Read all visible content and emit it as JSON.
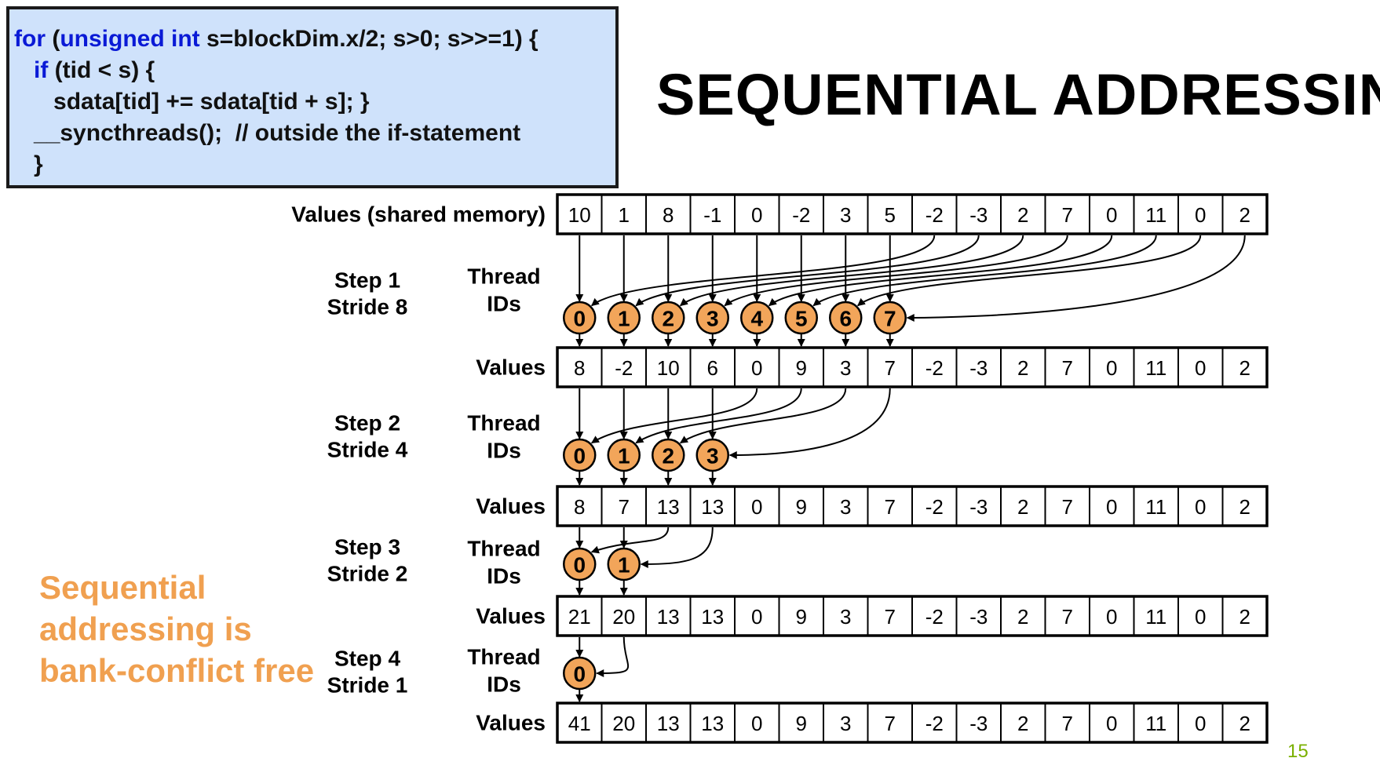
{
  "code": {
    "lines": [
      [
        {
          "t": "for",
          "kw": true
        },
        {
          "t": " (",
          "kw": false
        },
        {
          "t": "unsigned int",
          "kw": true
        },
        {
          "t": " s=blockDim.x/2; s>0; s>>=1) {",
          "kw": false
        }
      ],
      [
        {
          "t": "   ",
          "kw": false
        },
        {
          "t": "if",
          "kw": true
        },
        {
          "t": " (tid < s) {",
          "kw": false
        }
      ],
      [
        {
          "t": "      sdata[tid] += sdata[tid + s]; }",
          "kw": false
        }
      ],
      [
        {
          "t": "   __syncthreads();  // outside the if-statement",
          "kw": false
        }
      ],
      [
        {
          "t": "   }",
          "kw": false
        }
      ]
    ]
  },
  "title": "SEQUENTIAL ADDRESSING",
  "labels": {
    "values_shared": "Values (shared memory)",
    "values": "Values",
    "thread": "Thread",
    "ids": "IDs"
  },
  "initial_values": [
    10,
    1,
    8,
    -1,
    0,
    -2,
    3,
    5,
    -2,
    -3,
    2,
    7,
    0,
    11,
    0,
    2
  ],
  "steps": [
    {
      "step": "Step 1",
      "stride_label": "Stride 8",
      "stride": 8,
      "thread_ids": [
        0,
        1,
        2,
        3,
        4,
        5,
        6,
        7
      ],
      "values": [
        8,
        -2,
        10,
        6,
        0,
        9,
        3,
        7,
        -2,
        -3,
        2,
        7,
        0,
        11,
        0,
        2
      ]
    },
    {
      "step": "Step 2",
      "stride_label": "Stride 4",
      "stride": 4,
      "thread_ids": [
        0,
        1,
        2,
        3
      ],
      "values": [
        8,
        7,
        13,
        13,
        0,
        9,
        3,
        7,
        -2,
        -3,
        2,
        7,
        0,
        11,
        0,
        2
      ]
    },
    {
      "step": "Step 3",
      "stride_label": "Stride 2",
      "stride": 2,
      "thread_ids": [
        0,
        1
      ],
      "values": [
        21,
        20,
        13,
        13,
        0,
        9,
        3,
        7,
        -2,
        -3,
        2,
        7,
        0,
        11,
        0,
        2
      ]
    },
    {
      "step": "Step 4",
      "stride_label": "Stride 1",
      "stride": 1,
      "thread_ids": [
        0
      ],
      "values": [
        41,
        20,
        13,
        13,
        0,
        9,
        3,
        7,
        -2,
        -3,
        2,
        7,
        0,
        11,
        0,
        2
      ]
    }
  ],
  "note": "Sequential addressing is bank-conflict free",
  "page_number": "15",
  "colors": {
    "code_bg": "#cfe2fb",
    "keyword": "#0a1ad6",
    "thread_fill": "#f2a55a",
    "note": "#f0a050",
    "page_number": "#7ab000"
  }
}
